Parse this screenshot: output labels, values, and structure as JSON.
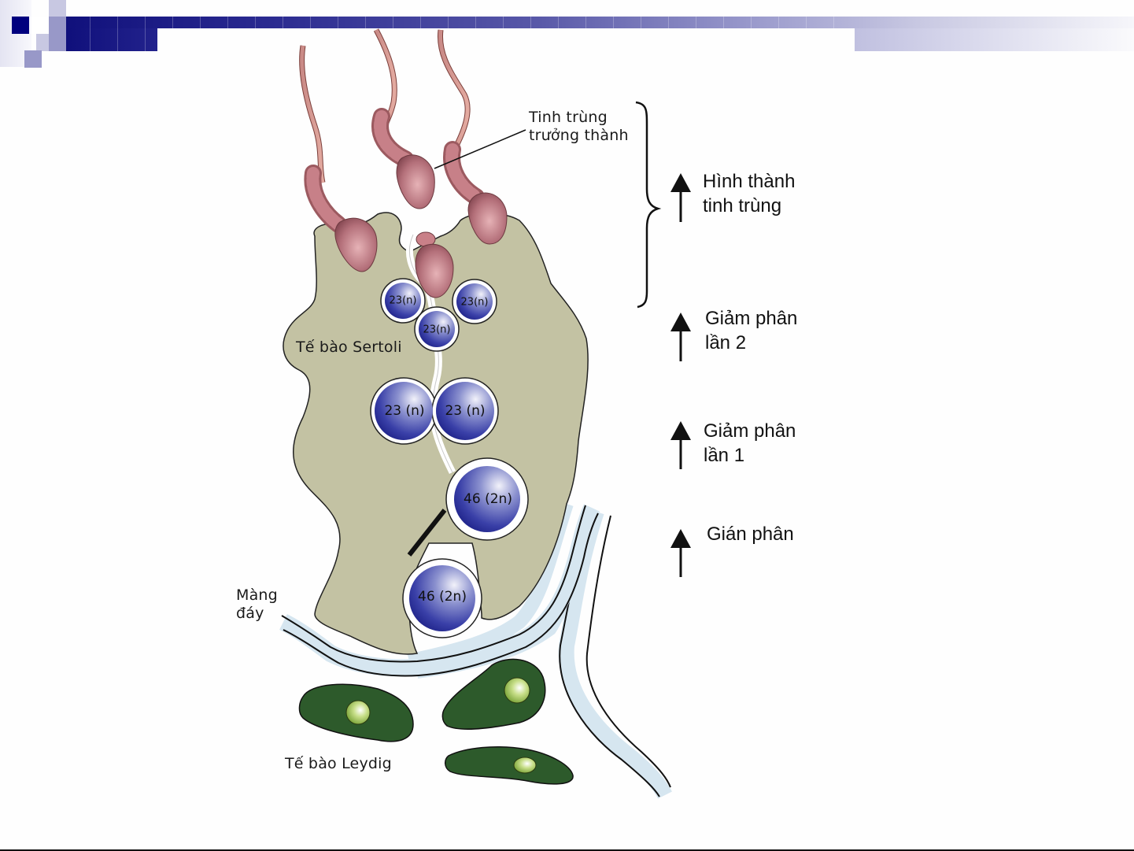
{
  "slide": {
    "theme_colors": {
      "header_dark": "#0e0e7a",
      "header_light": "#c8c8e2",
      "sertoli_fill": "#c3c2a3",
      "cell_blue": "#2a2f9a",
      "sperm_pink": "#b86a72",
      "leydig_green": "#2d5a2b",
      "membrane_blue": "#d6e6f0"
    }
  },
  "diagram": {
    "title_labels": {
      "mature_sperm": "Tinh trùng\ntrưởng thành",
      "sertoli_cell": "Tế bào Sertoli",
      "basement_membrane": "Màng\nđáy",
      "leydig_cell": "Tế bào Leydig"
    },
    "stages": [
      {
        "label": "Hình thành\ntinh trùng",
        "icon": "up-arrow-icon"
      },
      {
        "label": "Giảm phân\nlần 2",
        "icon": "up-arrow-icon"
      },
      {
        "label": "Giảm phân\nlần 1",
        "icon": "up-arrow-icon"
      },
      {
        "label": "Gián phân",
        "icon": "up-arrow-icon"
      }
    ],
    "cells": {
      "spermatids": [
        "23(n)",
        "23(n)",
        "23(n)"
      ],
      "secondary_spermatocytes": [
        "23 (n)",
        "23 (n)"
      ],
      "primary_spermatocyte": "46 (2n)",
      "spermatogonium": "46 (2n)"
    }
  }
}
